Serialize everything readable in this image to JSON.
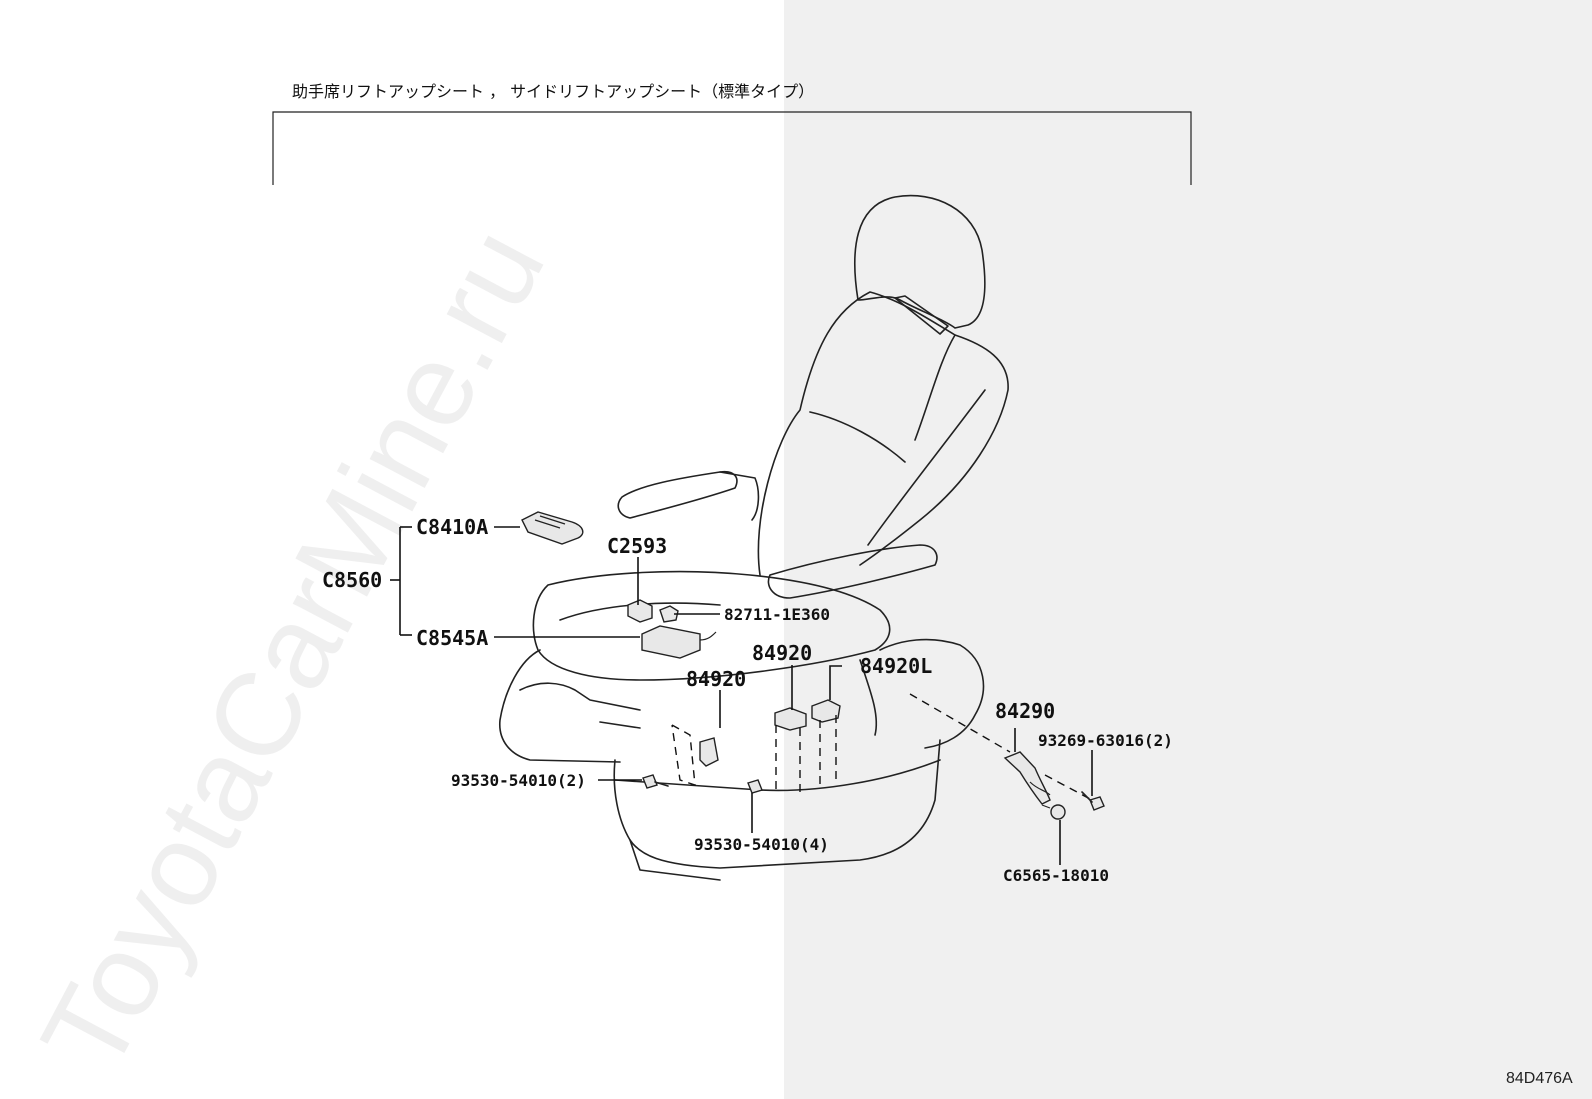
{
  "header": {
    "title": "助手席リフトアップシート ， サイドリフトアップシート（標準タイプ）"
  },
  "labels": {
    "c8410a": "C8410A",
    "c8560": "C8560",
    "c8545a": "C8545A",
    "c2593": "C2593",
    "p82711": "82711-1E360",
    "p84920_top": "84920",
    "p84920l": "84920L",
    "p84920_left": "84920",
    "p84290": "84290",
    "p93269": "93269-63016(2)",
    "p93530_2": "93530-54010(2)",
    "p93530_4": "93530-54010(4)",
    "c6565": "C6565-18010"
  },
  "watermark": "ToyotaCarMine.ru",
  "diagram_code": "84D476A"
}
